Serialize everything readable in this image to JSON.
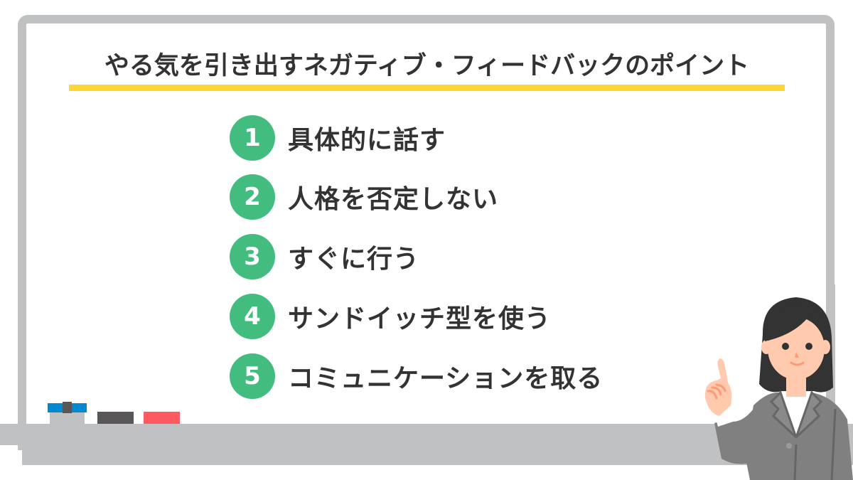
{
  "title": "やる気を引き出すネガティブ・フィードバックのポイント",
  "points": [
    {
      "number": "1",
      "label": "具体的に話す"
    },
    {
      "number": "2",
      "label": "人格を否定しない"
    },
    {
      "number": "3",
      "label": "すぐに行う"
    },
    {
      "number": "4",
      "label": "サンドイッチ型を使う"
    },
    {
      "number": "5",
      "label": "コミュニケーションを取る"
    }
  ],
  "colors": {
    "accent_green": "#43bd7f",
    "underline_yellow": "#fdd535",
    "board_frame": "#c0c1c3",
    "text": "#333333",
    "eraser_blue": "#0088d1",
    "marker_dark": "#585657",
    "marker_red": "#ff5a5f"
  },
  "illustration": {
    "figure": "woman-in-gray-suit-pointing-up-icon"
  }
}
